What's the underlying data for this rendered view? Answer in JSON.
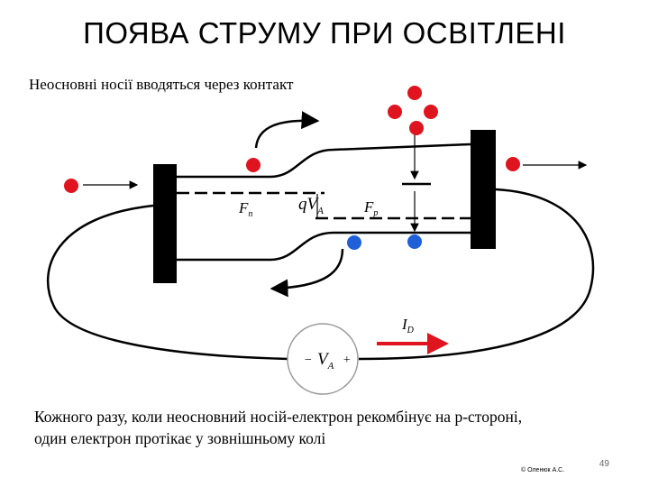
{
  "slide": {
    "title": "ПОЯВА СТРУМУ ПРИ ОСВІТЛЕНІ",
    "subtitle": "Неосновні носії вводяться через контакт",
    "caption_line1": "Кожного разу, коли неосновний носій-електрон рекомбінує на p-стороні,",
    "caption_line2": "один електрон протікає у зовнішньому колі",
    "page_number": "49",
    "copyright": "© Оленюк А.С."
  },
  "diagram": {
    "label_fn": "F",
    "label_fn_sub": "n",
    "label_qva": "qV",
    "label_qva_sub": "A",
    "label_fp": "F",
    "label_fp_sub": "p",
    "label_id": "I",
    "label_id_sub": "D",
    "source_minus": "−",
    "source_v": "V",
    "source_sub": "A",
    "source_plus": "+",
    "colors": {
      "hole": "#e0141e",
      "electron": "#1f5fd8",
      "current_arrow": "#e0141e"
    }
  }
}
